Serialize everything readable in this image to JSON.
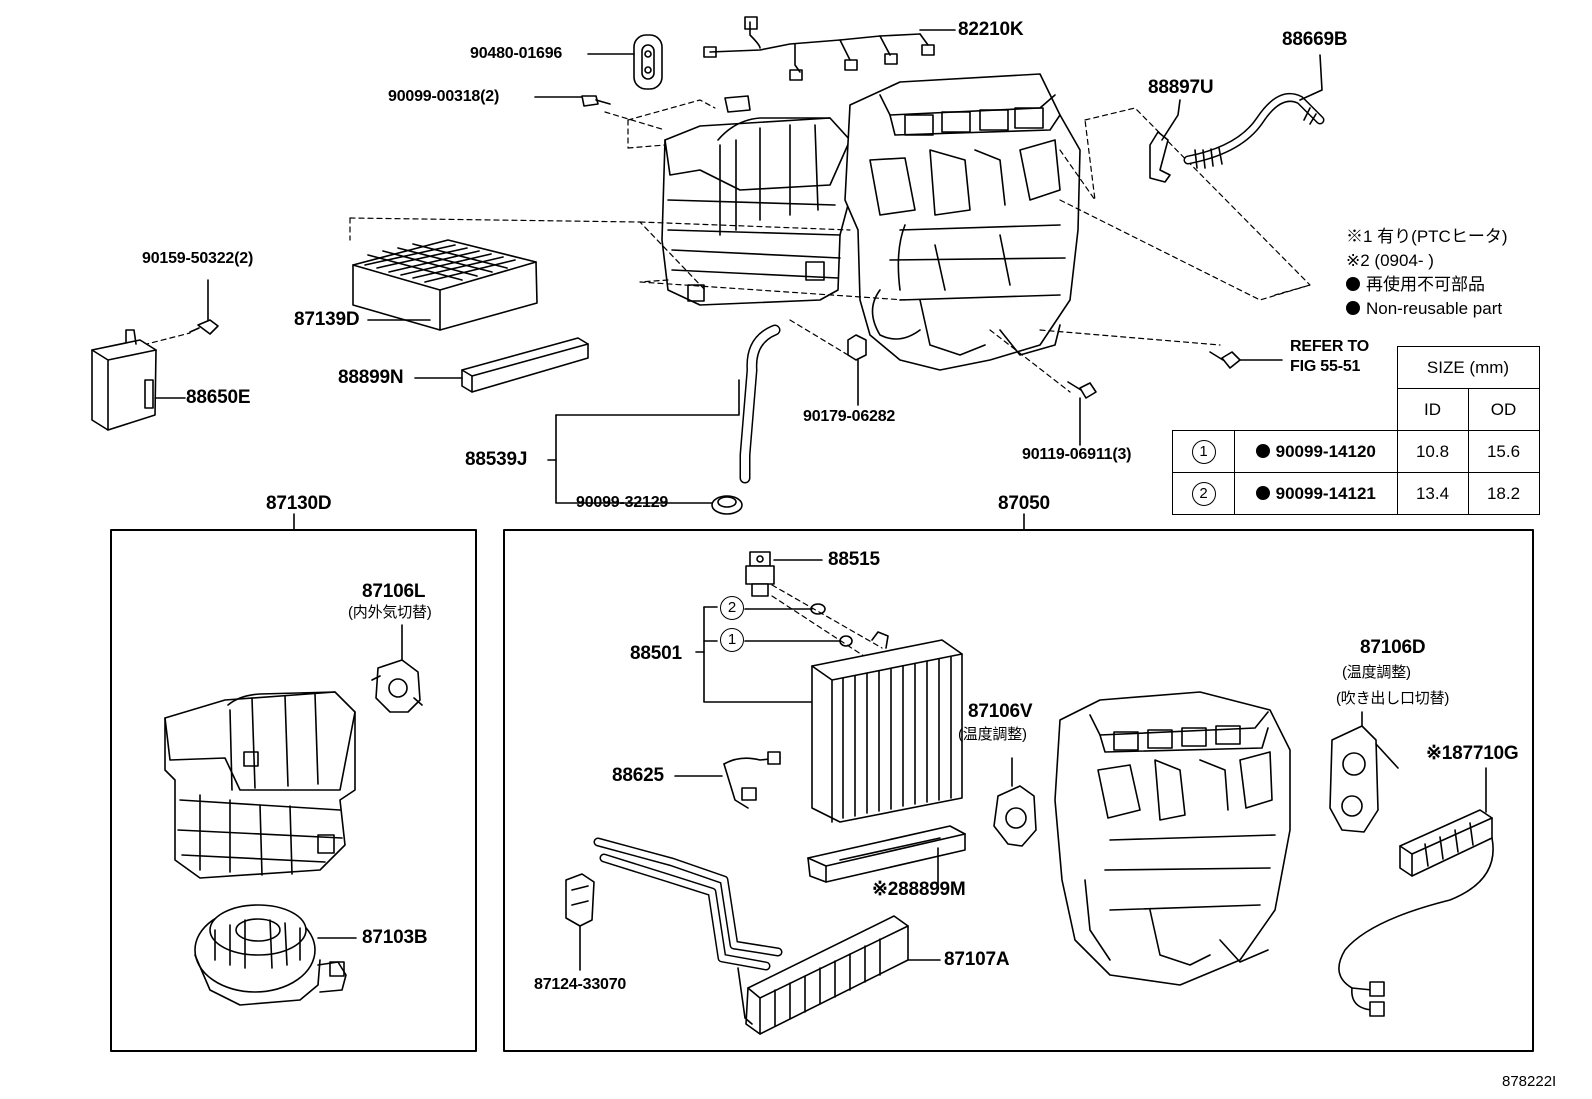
{
  "labels": {
    "p90480": "90480-01696",
    "p82210k": "82210K",
    "p88669b": "88669B",
    "p90099_00318": "90099-00318(2)",
    "p88897u": "88897U",
    "p90159": "90159-50322(2)",
    "p87139d": "87139D",
    "p88899n": "88899N",
    "p88650e": "88650E",
    "p90179": "90179-06282",
    "p88539j": "88539J",
    "p90099_32129": "90099-32129",
    "p90119": "90119-06911(3)",
    "refer_line1": "REFER TO",
    "refer_line2": "FIG 55-51",
    "p87130d": "87130D",
    "p87050": "87050",
    "p87106l": "87106L",
    "p87106l_note": "(内外気切替)",
    "p87103b": "87103B",
    "p88515": "88515",
    "p88501": "88501",
    "circle1": "1",
    "circle2": "2",
    "p88625": "88625",
    "p87106v": "87106V",
    "p87106v_note": "(温度調整)",
    "p88899m": "※288899M",
    "p87124": "87124-33070",
    "p87107a": "87107A",
    "p87106d": "87106D",
    "p87106d_note1": "(温度調整)",
    "p87106d_note2": "(吹き出し口切替)",
    "p87710g": "※187710G"
  },
  "notes": {
    "n1": "※1 有り(PTCヒータ)",
    "n2": "※2 (0904-        )",
    "n3": "再使用不可部品",
    "n4": "Non-reusable part"
  },
  "size_table": {
    "header": "SIZE (mm)",
    "col_id": "ID",
    "col_od": "OD",
    "rows": [
      {
        "ref": "1",
        "part": "90099-14120",
        "id": "10.8",
        "od": "15.6"
      },
      {
        "ref": "2",
        "part": "90099-14121",
        "id": "13.4",
        "od": "18.2"
      }
    ]
  },
  "figure_code": "878222I"
}
